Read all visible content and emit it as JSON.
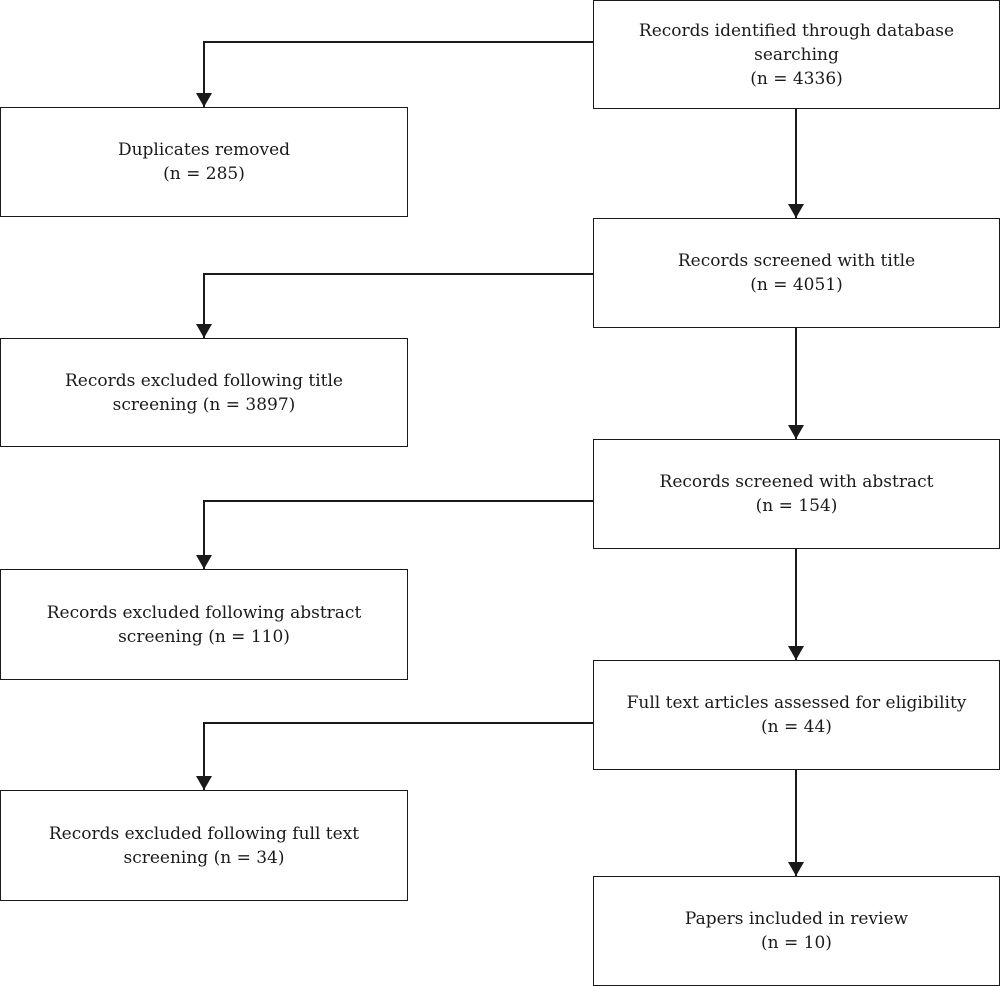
{
  "flowchart": {
    "main": [
      {
        "line1": "Records identified through database",
        "line2": "searching",
        "line3": "(n = 4336)"
      },
      {
        "line1": "Records screened with title",
        "line2": "(n = 4051)"
      },
      {
        "line1": "Records screened with abstract",
        "line2": "(n = 154)"
      },
      {
        "line1": "Full text articles assessed for eligibility",
        "line2": "(n = 44)"
      },
      {
        "line1": "Papers included in review",
        "line2": "(n = 10)"
      }
    ],
    "excluded": [
      {
        "line1": "Duplicates removed",
        "line2": "(n = 285)"
      },
      {
        "line1": "Records excluded following title",
        "line2": "screening (n = 3897)"
      },
      {
        "line1": "Records excluded following abstract",
        "line2": "screening (n = 110)"
      },
      {
        "line1": "Records excluded following full text",
        "line2": "screening (n = 34)"
      }
    ]
  }
}
